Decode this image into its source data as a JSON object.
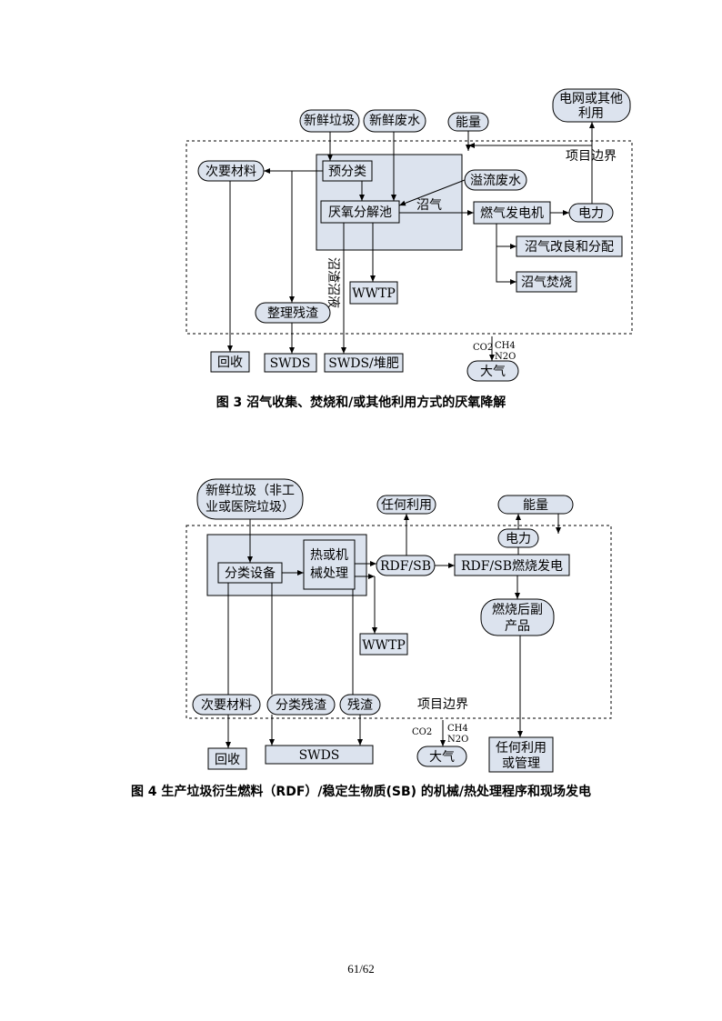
{
  "figure3": {
    "nodes": {
      "fresh_waste": "新鲜垃圾",
      "fresh_wastewater": "新鲜废水",
      "energy": "能量",
      "grid_other_line1": "电网或其他",
      "grid_other_line2": "利用",
      "boundary": "项目边界",
      "secondary_materials": "次要材料",
      "presort": "预分类",
      "overflow_wastewater": "溢流废水",
      "anaerobic_digester": "厌氧分解池",
      "biogas": "沼气",
      "gas_generator": "燃气发电机",
      "electricity": "电力",
      "biogas_upgrade": "沼气改良和分配",
      "biogas_flare": "沼气焚烧",
      "digestate": "沼渣沼液",
      "wwtp": "WWTP",
      "residue_handling": "整理残渣",
      "recycle": "回收",
      "swds": "SWDS",
      "swds_compost": "SWDS/堆肥",
      "co2": "CO2",
      "ch4": "CH4",
      "n2o": "N2O",
      "atmosphere": "大气"
    },
    "caption": "图 3 沼气收集、焚烧和/或其他利用方式的厌氧降解"
  },
  "figure4": {
    "nodes": {
      "fresh_waste_line1": "新鲜垃圾（非工",
      "fresh_waste_line2": "业或医院垃圾）",
      "any_use_top": "任何利用",
      "energy": "能量",
      "electricity": "电力",
      "sorting_equipment": "分类设备",
      "thermal_line1": "热或机",
      "thermal_line2": "械处理",
      "rdf_sb": "RDF/SB",
      "rdf_power": "RDF/SB燃烧发电",
      "post_combustion_line1": "燃烧后副",
      "post_combustion_line2": "产品",
      "wwtp": "WWTP",
      "secondary_materials": "次要材料",
      "sorting_residue": "分类残渣",
      "residue": "残渣",
      "boundary": "项目边界",
      "co2": "CO2",
      "ch4": "CH4",
      "n2o": "N2O",
      "recycle": "回收",
      "swds": "SWDS",
      "atmosphere": "大气",
      "any_use_line1": "任何利用",
      "any_use_line2": "或管理"
    },
    "caption": "图 4 生产垃圾衍生燃料（RDF）/稳定生物质(SB) 的机械/热处理程序和现场发电"
  },
  "page_number": "61/62",
  "colors": {
    "box_fill": "#dce3ee",
    "line": "#000000"
  }
}
